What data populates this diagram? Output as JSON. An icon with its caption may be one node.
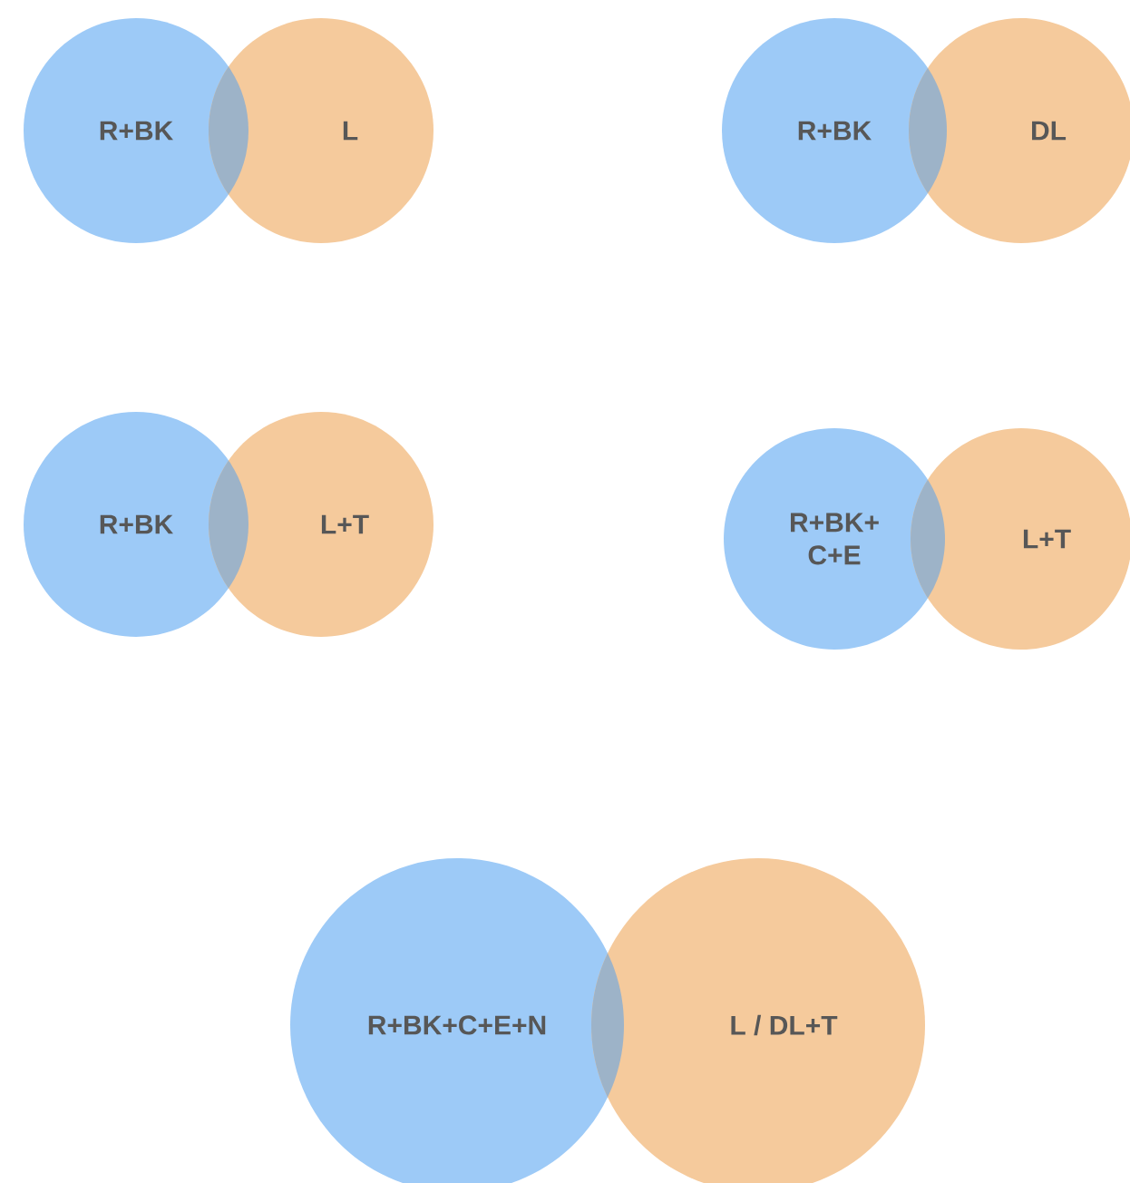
{
  "diagram": {
    "nodes": [
      {
        "text": [
          "R+BK"
        ]
      },
      {
        "text": [
          "L"
        ]
      },
      {
        "text": [
          "R+BK"
        ]
      },
      {
        "text": [
          "DL"
        ]
      },
      {
        "text": [
          "R+BK"
        ]
      },
      {
        "text": [
          "L+T"
        ]
      },
      {
        "text": [
          "R+BK+ C+E"
        ]
      },
      {
        "text": [
          "L+T"
        ]
      },
      {
        "text": [
          "R+BK+C+E+N"
        ]
      },
      {
        "text": [
          "L / DL+T"
        ]
      }
    ]
  }
}
